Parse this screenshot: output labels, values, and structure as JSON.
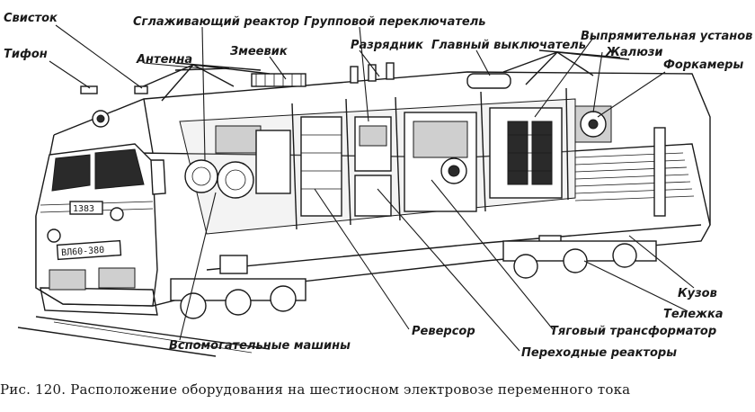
{
  "figure": {
    "caption": "Рис. 120. Расположение оборудования на шестиосном электровозе переменного тока",
    "number_plate": "1383",
    "side_plate": "ВЛ60-380"
  },
  "labels": {
    "svistok": "Свисток",
    "tifon": "Тифон",
    "antenna": "Антенна",
    "smoothing_reactor": "Сглаживающий реактор",
    "zmeevik": "Змеевик",
    "group_switch": "Групповой переключатель",
    "razryadnik": "Разрядник",
    "main_switch": "Главный выключатель",
    "rectifier": "Выпрямительная установ",
    "zhalyuzi": "Жалюзи",
    "forkamery": "Форкамеры",
    "kuzov": "Кузов",
    "telezhka": "Тележка",
    "traction_transformer": "Тяговый трансформатор",
    "reversor": "Реверсор",
    "transition_reactors": "Переходные реакторы",
    "aux_machines": "Вспомогательные машины"
  }
}
